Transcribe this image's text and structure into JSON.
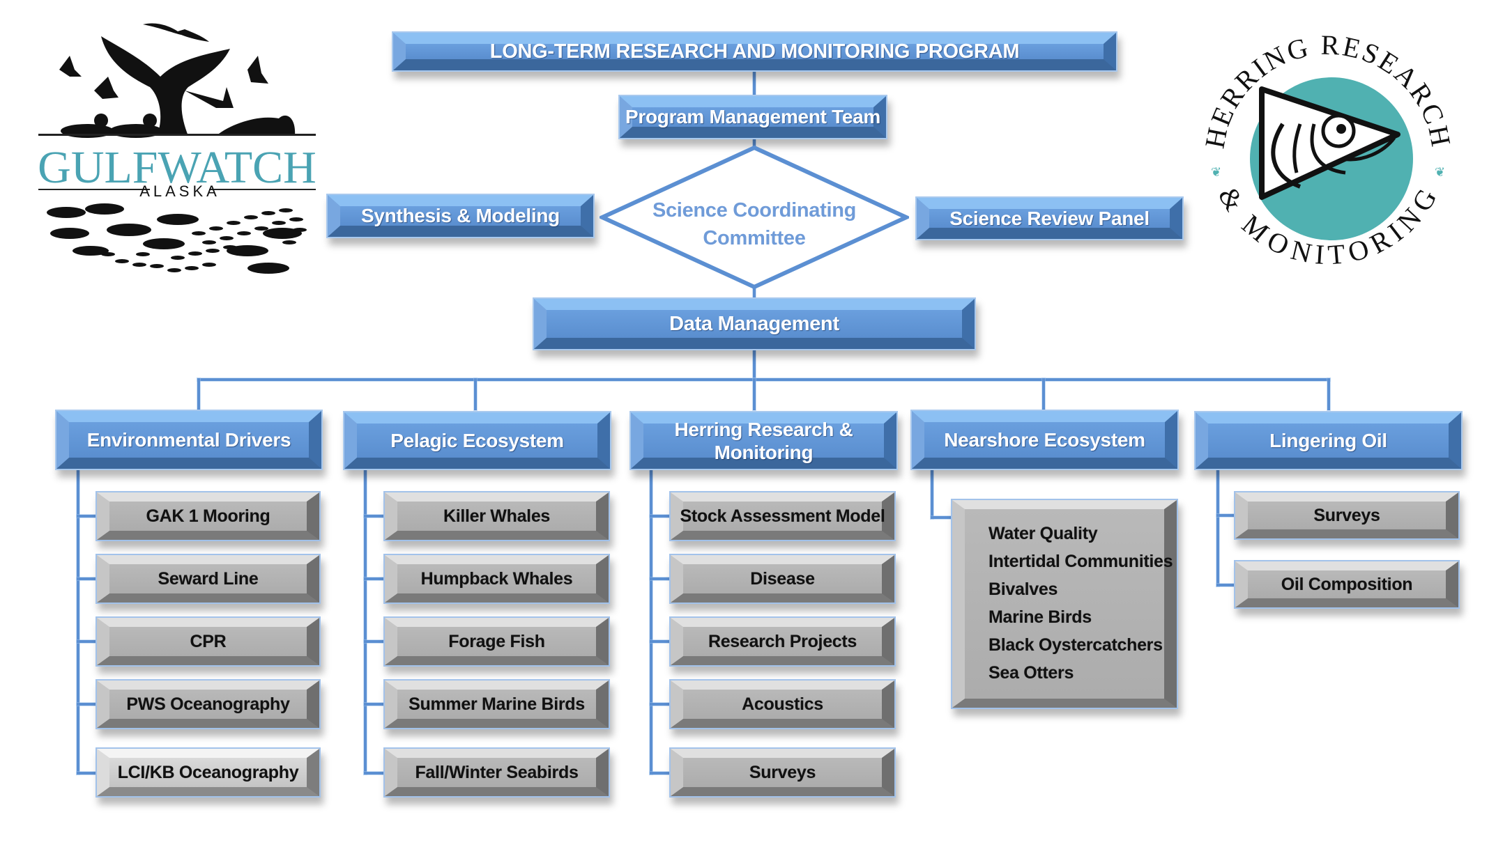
{
  "logos": {
    "left": {
      "name": "GulfWatch",
      "line1": "GULFWATCH",
      "line2": "ALASKA",
      "accent": "#4aa3b3"
    },
    "right": {
      "top_arc": "HERRING RESEARCH",
      "bottom_arc": "& MONITORING",
      "accent": "#50b1b1"
    }
  },
  "program": {
    "title": "LONG-TERM RESEARCH AND MONITORING PROGRAM",
    "management": "Program Management Team",
    "committee_line1": "Science Coordinating",
    "committee_line2": "Committee",
    "synthesis": "Synthesis & Modeling",
    "review": "Science Review Panel",
    "data_management": "Data Management"
  },
  "components": [
    {
      "title": "Environmental Drivers",
      "items": [
        "GAK 1 Mooring",
        "Seward Line",
        "CPR",
        "PWS Oceanography",
        "LCI/KB Oceanography"
      ]
    },
    {
      "title": "Pelagic Ecosystem",
      "items": [
        "Killer Whales",
        "Humpback Whales",
        "Forage Fish",
        "Summer Marine Birds",
        "Fall/Winter Seabirds"
      ]
    },
    {
      "title_line1": "Herring Research &",
      "title_line2": "Monitoring",
      "items": [
        "Stock Assessment Model",
        "Disease",
        "Research Projects",
        "Acoustics",
        "Surveys"
      ]
    },
    {
      "title": "Nearshore Ecosystem",
      "items": [
        "Water Quality",
        "Intertidal Communities",
        "Bivalves",
        "Marine Birds",
        "Black Oystercatchers",
        "Sea Otters"
      ]
    },
    {
      "title": "Lingering Oil",
      "items": [
        "Surveys",
        "Oil Composition"
      ]
    }
  ],
  "colors": {
    "header_blue": "#5e93d4",
    "sub_gray": "#b3b3b3",
    "connector": "#5b8fd2",
    "committee_text": "#6f9bd8"
  }
}
